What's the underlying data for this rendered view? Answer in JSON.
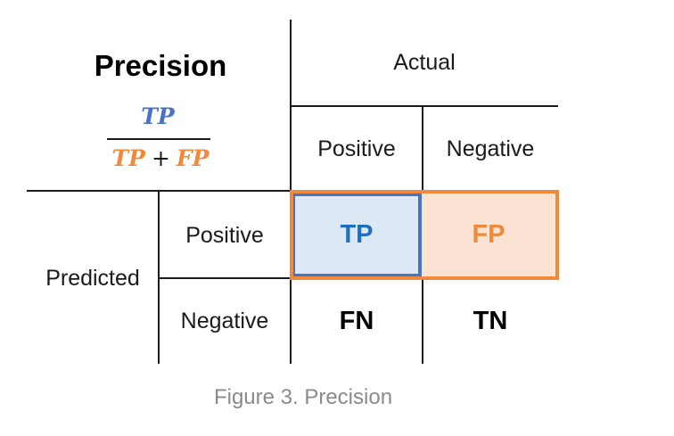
{
  "diagram": {
    "title": "Precision",
    "formula": {
      "numerator": "TP",
      "denominator_left": "TP",
      "operator": "+",
      "denominator_right": "FP"
    },
    "header": {
      "actual": "Actual",
      "predicted": "Predicted"
    },
    "columns": [
      "Positive",
      "Negative"
    ],
    "rows": [
      "Positive",
      "Negative"
    ],
    "cells": {
      "tp": "TP",
      "fp": "FP",
      "fn": "FN",
      "tn": "TN"
    },
    "caption": "Figure 3. Precision",
    "colors": {
      "tp_text": "#1f6fbf",
      "tp_fill": "#dce8f3",
      "tp_border": "#4a72c4",
      "fp_text": "#ef8a3c",
      "fp_fill": "#fbe3d3",
      "precision_border": "#ef8a3c",
      "formula_blue": "#4a72c4",
      "formula_orange": "#ef8a3c",
      "caption_text": "#8a8a8a"
    }
  }
}
